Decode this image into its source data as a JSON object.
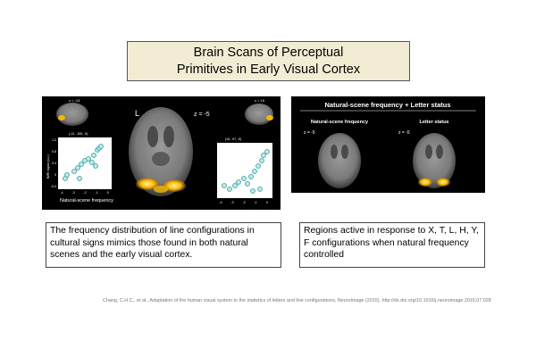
{
  "slide": {
    "title_line1": "Brain Scans of Perceptual",
    "title_line2": "Primitives in Early Visual Cortex"
  },
  "left_figure": {
    "label_L": "L",
    "z_label": "z = -5",
    "inset_left_label": "x = -13",
    "inset_right_label": "x = 15",
    "plot_left_coords": "(-12, -105, -5)",
    "plot_right_coords": "(15, -97, -5)",
    "ylabel": "fMRI signal (a.u.)",
    "xlabel": "Natural-scene frequency",
    "plot_left_yticks": [
      "1.2",
      "0.8",
      "0.4",
      "0",
      "-0.4"
    ],
    "plot_left_xticks": [
      "-4",
      "-3",
      "-2",
      "-1",
      "0"
    ],
    "plot_right_xticks": [
      "-4",
      "-3",
      "-2",
      "-1",
      "0"
    ],
    "brain_colors": {
      "activation": "#f5b800",
      "brain": "#8a8a8a",
      "panel": "#000000",
      "marker_fill": "#cfe8e8",
      "marker_border": "#2aa3a3"
    }
  },
  "right_figure": {
    "header": "Natural-scene frequency + Letter status",
    "sub_left": "Natural-scene frequency",
    "sub_right": "Letter status",
    "z_left": "z = -5",
    "z_right": "z = -5"
  },
  "captions": {
    "left": "The frequency distribution of line configurations in cultural signs mimics those found in both natural scenes and the early visual cortex.",
    "right": "Regions active in response to X, T, L, H, Y, F configurations when natural frequency controlled"
  },
  "citation": "Chang, C.H.C., et al., Adaptation of the human visual system to the statistics of letters and line configurations, NeuroImage (2015), http://dx.doi.org/10.1016/j.neuroimage.2015.07.028"
}
